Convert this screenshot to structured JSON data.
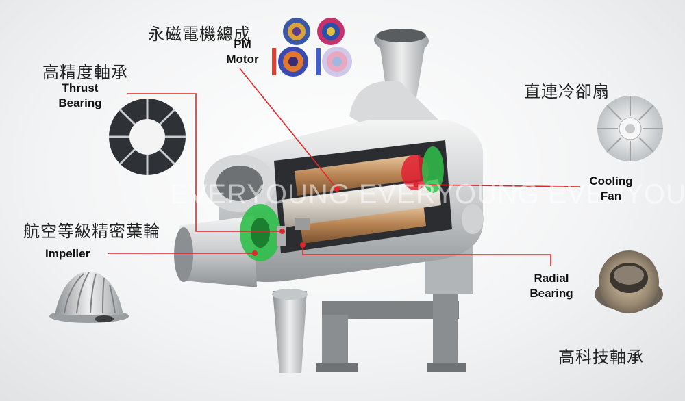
{
  "labels": {
    "pm_motor_zh": "永磁電機總成",
    "pm_motor_en_1": "PM",
    "pm_motor_en_2": "Motor",
    "thrust_zh": "高精度軸承",
    "thrust_en_1": "Thrust",
    "thrust_en_2": "Bearing",
    "cooling_zh": "直連冷卻扇",
    "cooling_en_1": "Cooling",
    "cooling_en_2": "Fan",
    "impeller_zh": "航空等級精密葉輪",
    "impeller_en": "Impeller",
    "radial_en_1": "Radial",
    "radial_en_2": "Bearing",
    "radial_zh": "高科技軸承"
  },
  "watermark": "EVERYOUNG EVERYOUNG EVERYOUNG",
  "colors": {
    "leader_line": "#e0262b",
    "impeller_green": "#2fbf4a",
    "fan_red": "#e02030",
    "text": "#111111"
  }
}
